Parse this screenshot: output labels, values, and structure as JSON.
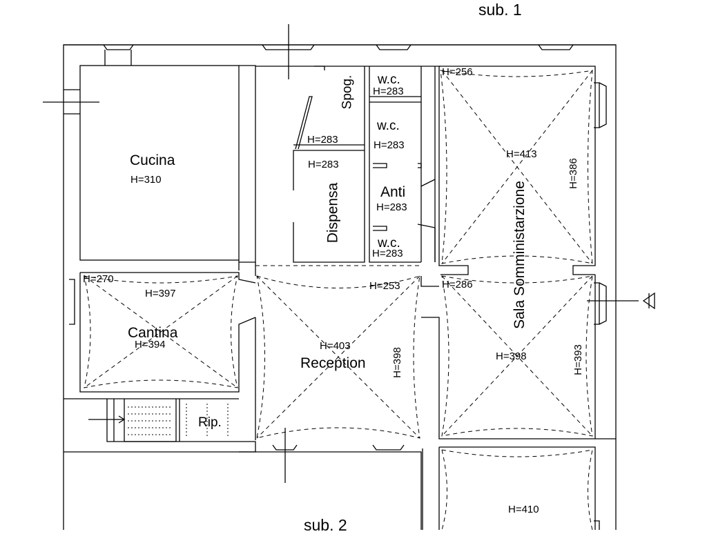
{
  "subunits": {
    "top": "sub. 1",
    "bottom": "sub. 2"
  },
  "rooms": {
    "cucina": {
      "name": "Cucina",
      "height": "H=310"
    },
    "spog": {
      "name": "Spog."
    },
    "wc1": {
      "name": "w.c.",
      "height": "H=283"
    },
    "wc2": {
      "name": "w.c.",
      "height": "H=283"
    },
    "anti": {
      "name": "Anti",
      "height": "H=283"
    },
    "wc3": {
      "name": "w.c.",
      "height": "H=283"
    },
    "dispensa": {
      "name": "Dispensa",
      "height": "H=283",
      "height_upper": "H=283"
    },
    "sala": {
      "name": "Sala Somministarzione",
      "height_center": "H=413",
      "height_top": "H=256",
      "height_right": "H=386"
    },
    "cantina": {
      "name": "Cantina",
      "height": "H=394",
      "height_top": "H=397",
      "height_corner": "H=270"
    },
    "reception": {
      "name": "Reception",
      "height": "H=403",
      "height_side": "H=398",
      "height_top": "H=253"
    },
    "rip": {
      "name": "Rip."
    },
    "sala_lower": {
      "height_center": "H=398",
      "height_right": "H=393",
      "height_corner": "H=286"
    },
    "bottom_room": {
      "height": "H=410"
    }
  },
  "colors": {
    "line": "#000000",
    "background": "#ffffff"
  }
}
